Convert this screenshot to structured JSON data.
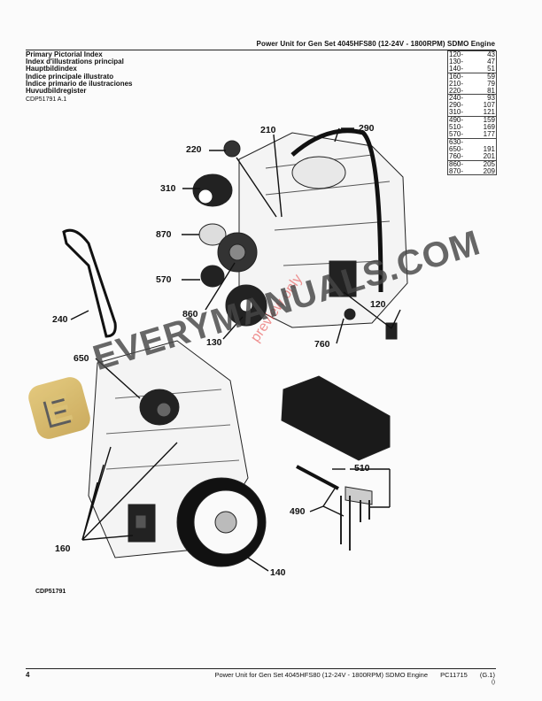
{
  "header": {
    "title": "Power Unit for Gen Set 4045HFS80 (12-24V - 1800RPM) SDMO Engine"
  },
  "index_titles": [
    "Primary Pictorial Index",
    "Index d'illustrations principal",
    "Hauptbildindex",
    "Indice principale illustrato",
    "Índice primario de ilustraciones",
    "Huvudbildregister"
  ],
  "figure_ref_top": "CDP51791 A.1",
  "reference_table": {
    "groups": [
      [
        {
          "group": "120-",
          "page": "43"
        },
        {
          "group": "130-",
          "page": "47"
        },
        {
          "group": "140-",
          "page": "51"
        }
      ],
      [
        {
          "group": "160-",
          "page": "59"
        },
        {
          "group": "210-",
          "page": "79"
        },
        {
          "group": "220-",
          "page": "81"
        }
      ],
      [
        {
          "group": "240-",
          "page": "93"
        },
        {
          "group": "290-",
          "page": "107"
        },
        {
          "group": "310-",
          "page": "121"
        }
      ],
      [
        {
          "group": "490-",
          "page": "159"
        },
        {
          "group": "510-",
          "page": "169"
        },
        {
          "group": "570-",
          "page": "177"
        }
      ],
      [
        {
          "group": "630-",
          "page": ""
        },
        {
          "group": "650-",
          "page": "191"
        },
        {
          "group": "760-",
          "page": "201"
        }
      ],
      [
        {
          "group": "860-",
          "page": "205"
        },
        {
          "group": "870-",
          "page": "209"
        }
      ]
    ]
  },
  "callouts": {
    "c120": "120",
    "c130": "130",
    "c140": "140",
    "c160": "160",
    "c210": "210",
    "c220": "220",
    "c240": "240",
    "c290": "290",
    "c310": "310",
    "c490": "490",
    "c510": "510",
    "c570": "570",
    "c650": "650",
    "c760": "760",
    "c860": "860",
    "c870": "870"
  },
  "figure_ref_bottom": "CDP51791",
  "footer": {
    "page_number": "4",
    "title": "Power Unit for Gen Set 4045HFS80 (12-24V - 1800RPM) SDMO Engine",
    "doc_code": "PC11715",
    "revision": "(G.1)",
    "sub": "()"
  },
  "watermark": {
    "text": "EVERYMANUALS.COM",
    "logo_letter": "E",
    "stamp": "preview only"
  }
}
